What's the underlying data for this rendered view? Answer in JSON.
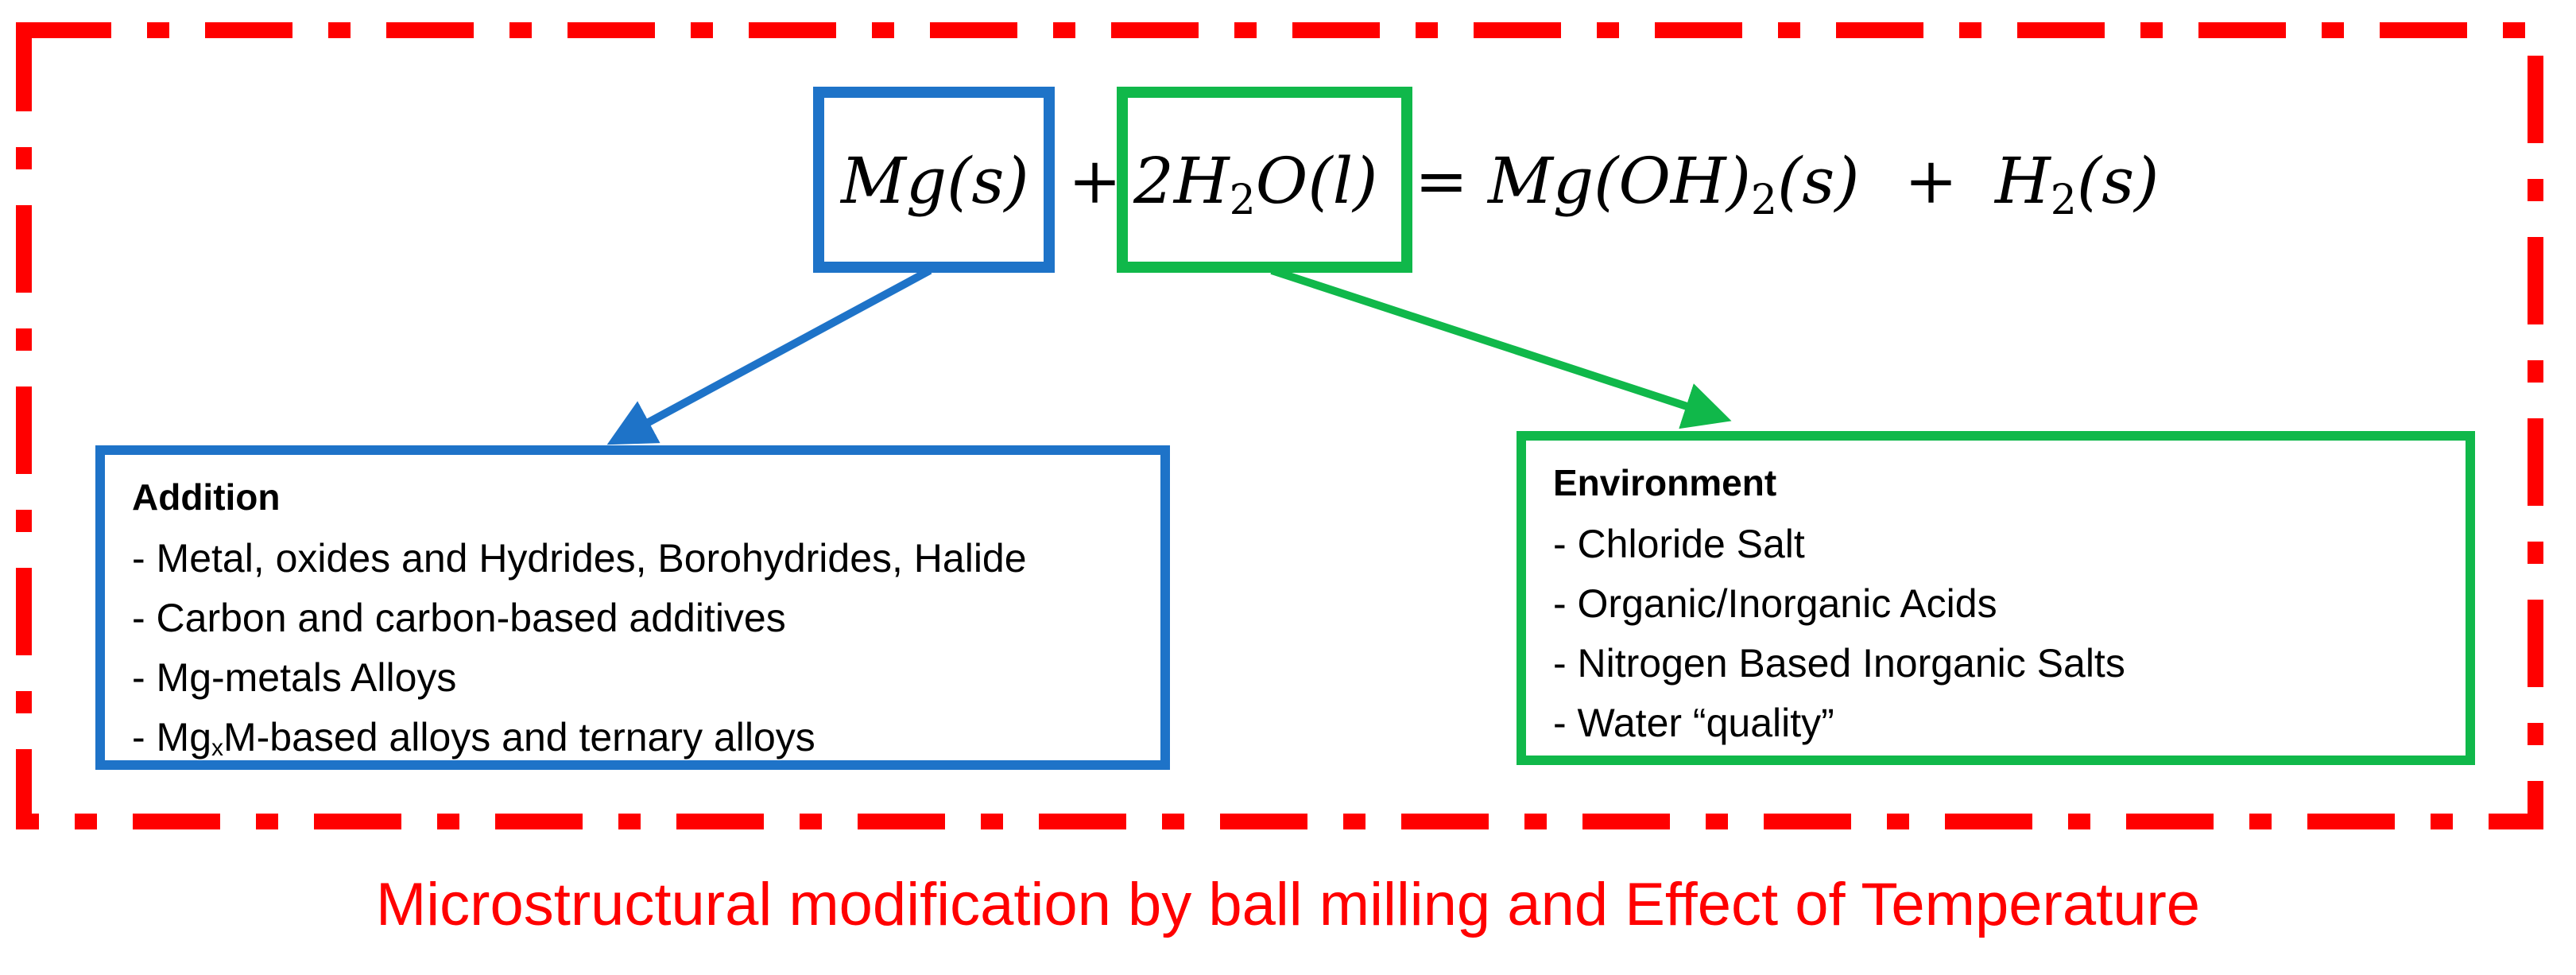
{
  "equation": {
    "reactant_mg": "Mg(s)",
    "plus_1": "+",
    "reactant_water_coef": "2H",
    "reactant_water_sub": "2",
    "reactant_water_rest": "O(l)",
    "equals": "=",
    "product_mg_main": "Mg(OH)",
    "product_mg_sub": "2",
    "product_mg_rest": "(s)",
    "plus_2": "+",
    "product_h_main": "H",
    "product_h_sub": "2",
    "product_h_rest": "(s)"
  },
  "addition": {
    "title": "Addition",
    "items": [
      "- Metal, oxides and Hydrides, Borohydrides, Halide",
      "- Carbon and carbon-based additives",
      "- Mg-metals Alloys"
    ],
    "item4_prefix": "- Mg",
    "item4_sub": "x",
    "item4_suffix": "M-based alloys and ternary alloys"
  },
  "environment": {
    "title": "Environment",
    "items": [
      "- Chloride Salt",
      "- Organic/Inorganic Acids",
      "- Nitrogen Based Inorganic Salts",
      "- Water “quality”"
    ]
  },
  "caption": "Microstructural modification by ball milling and Effect of Temperature",
  "colors": {
    "frame": "#ff0000",
    "addition": "#1e73c8",
    "environment": "#10b84a",
    "caption": "#ff0000"
  }
}
